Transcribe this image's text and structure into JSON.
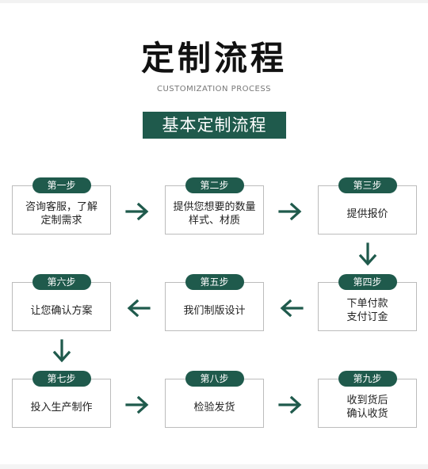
{
  "header": {
    "title": "定制流程",
    "subtitle": "CUSTOMIZATION PROCESS",
    "banner": "基本定制流程"
  },
  "steps": [
    {
      "label": "第一步",
      "text": "咨询客服，了解\n定制需求"
    },
    {
      "label": "第二步",
      "text": "提供您想要的数量\n样式、材质"
    },
    {
      "label": "第三步",
      "text": "提供报价"
    },
    {
      "label": "第四步",
      "text": "下单付款\n支付订金"
    },
    {
      "label": "第五步",
      "text": "我们制版设计"
    },
    {
      "label": "第六步",
      "text": "让您确认方案"
    },
    {
      "label": "第七步",
      "text": "投入生产制作"
    },
    {
      "label": "第八步",
      "text": "检验发货"
    },
    {
      "label": "第九步",
      "text": "收到货后\n确认收货"
    }
  ],
  "colors": {
    "accent": "#1f5a4c",
    "border": "#bcbcbc"
  },
  "icons": {
    "arrow": "arrow-icon"
  }
}
